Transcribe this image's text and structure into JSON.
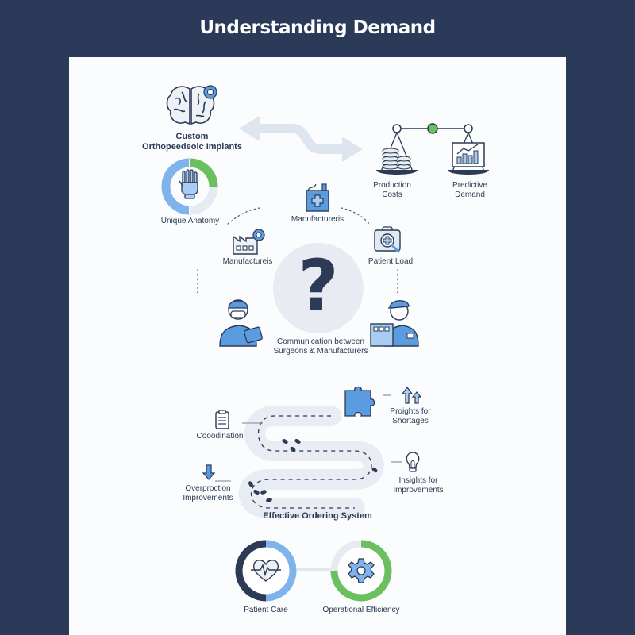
{
  "header": {
    "title": "Understanding Demand"
  },
  "colors": {
    "background": "#2b3a58",
    "panel": "#fbfcfd",
    "navy": "#2c3a55",
    "blue": "#5b9be0",
    "light_blue": "#a9cdf2",
    "green": "#6abf5e",
    "gray_track": "#e6ebf2"
  },
  "top_section": {
    "implants": {
      "line1": "Custom",
      "line2": "Orthopeedeoic Implants"
    },
    "anatomy_label": "Unique Anatomy",
    "balance": {
      "left_label_line1": "Production",
      "left_label_line2": "Costs",
      "right_label_line1": "Predictive",
      "right_label_line2": "Demand"
    }
  },
  "communication_section": {
    "top_node": "Manufactureris",
    "left_node": "Manufactureis",
    "right_node": "Patient Load",
    "center_symbol": "?",
    "caption_line1": "Communication between",
    "caption_line2": "Surgeons & Manufacturers"
  },
  "ordering_section": {
    "coordination": "Cooodination",
    "shortages_line1": "Proights for",
    "shortages_line2": "Shortages",
    "insights_line1": "Insights for",
    "insights_line2": "Improvements",
    "overproduction_line1": "Overproction",
    "overproduction_line2": "Improvements",
    "title": "Effective Ordering System"
  },
  "outcomes": {
    "patient_care": "Patient Care",
    "operational_efficiency": "Operational Efficiency"
  }
}
